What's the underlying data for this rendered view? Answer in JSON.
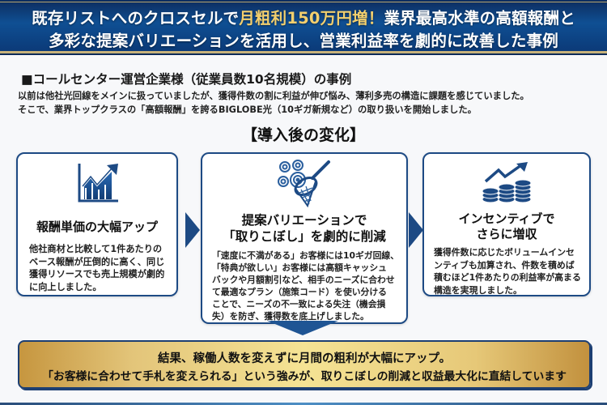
{
  "header": {
    "line1_prefix": "既存リストへのクロスセルで",
    "line1_highlight": "月粗利150万円増！",
    "line1_suffix": "業界最高水準の高額報酬と",
    "line2": "多彩な提案バリエーションを活用し、営業利益率を劇的に改善した事例",
    "highlight_color": "#f2cf6e",
    "background_color": "#0f4f93"
  },
  "case": {
    "title": "■コールセンター運営企業様（従業員数10名規模）の事例",
    "intro_lines": [
      "以前は他社光回線をメインに扱っていましたが、獲得件数の割に利益が伸び悩み、薄利多売の構造に課題を感じていました。",
      "そこで、業界トップクラスの「高額報酬」を誇るBIGLOBE光（10ギガ新規など）の取り扱いを開始しました。"
    ]
  },
  "section": {
    "title": "【導入後の変化】"
  },
  "cards": [
    {
      "icon": "growth-chart-icon",
      "title_lines": [
        "報酬単価の大幅アップ"
      ],
      "body_lines": [
        "他社商材と比較して1件あたりの",
        "ベース報酬が圧倒的に高く、同じ",
        "獲得リソースでも売上規模が劇的",
        "に向上しました。"
      ]
    },
    {
      "icon": "targets-net-icon",
      "title_lines": [
        "提案バリエーションで",
        "「取りこぼし」を劇的に削減"
      ],
      "body_lines": [
        "「速度に不満がある」お客様には10ギガ回線、",
        "「特典が欲しい」お客様には高額キャッシュ",
        "バックや月額割引など、相手のニーズに合わせ",
        "て最適なプラン（施策コード）を使い分ける",
        "ことで、ニーズの不一致による失注（機会損",
        "失）を防ぎ、獲得数を底上げしました。"
      ]
    },
    {
      "icon": "coins-growth-icon",
      "title_lines": [
        "インセンティブで",
        "さらに増収"
      ],
      "body_lines": [
        "獲得件数に応じたボリュームインセ",
        "ンティブも加算され、件数を積めば",
        "積むほど1件あたりの利益率が高まる",
        "構造を実現しました。"
      ]
    }
  ],
  "result": {
    "line1": "結果、稼働人数を変えずに月間の粗利が大幅にアップ。",
    "line2": "「お客様に合わせて手札を変えられる」という強みが、取りこぼしの削減と収益最大化に直結しています",
    "accent_color": "#e3c57a",
    "border_color": "#1d3f72"
  }
}
